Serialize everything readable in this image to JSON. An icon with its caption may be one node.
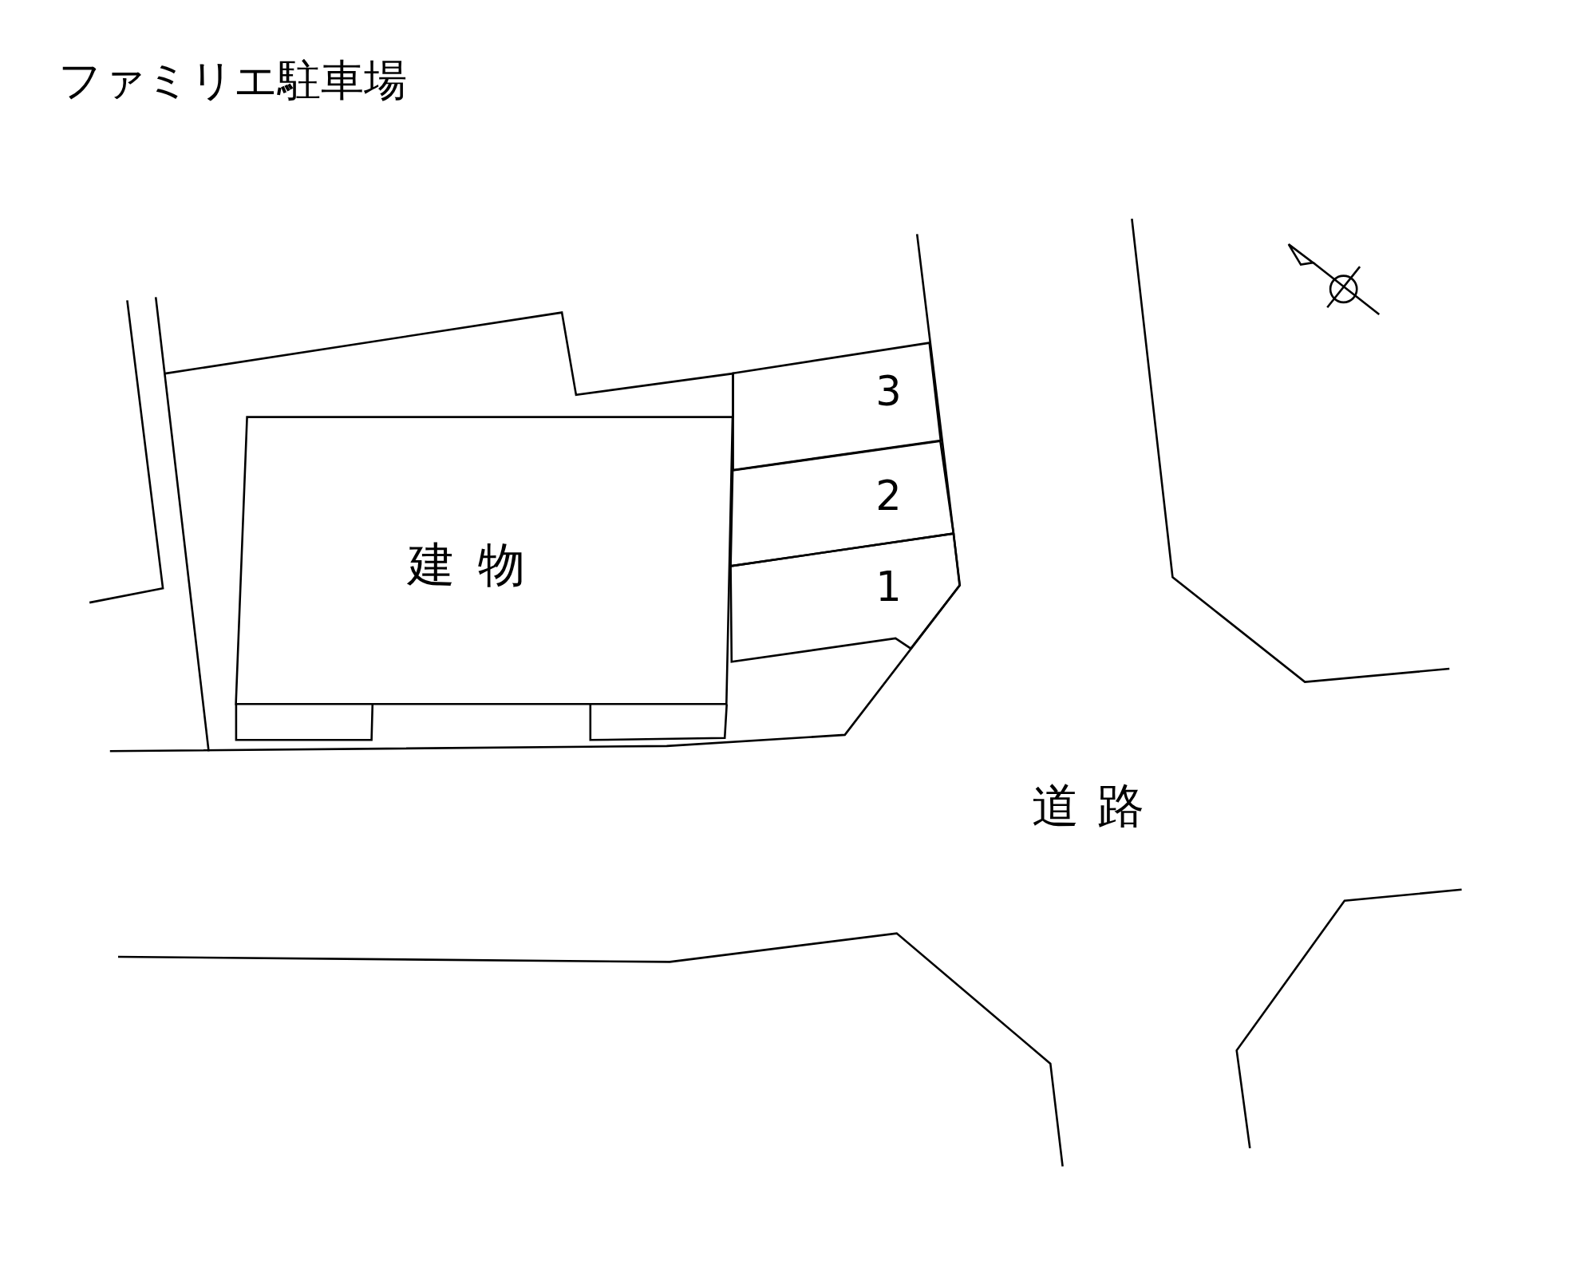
{
  "diagram": {
    "title": "ファミリエ駐車場",
    "nodes": [
      {
        "text": [
          "建物"
        ]
      },
      {
        "text": [
          "3"
        ]
      },
      {
        "text": [
          "2"
        ]
      },
      {
        "text": [
          "1"
        ]
      }
    ],
    "labels": [
      "道路"
    ]
  }
}
